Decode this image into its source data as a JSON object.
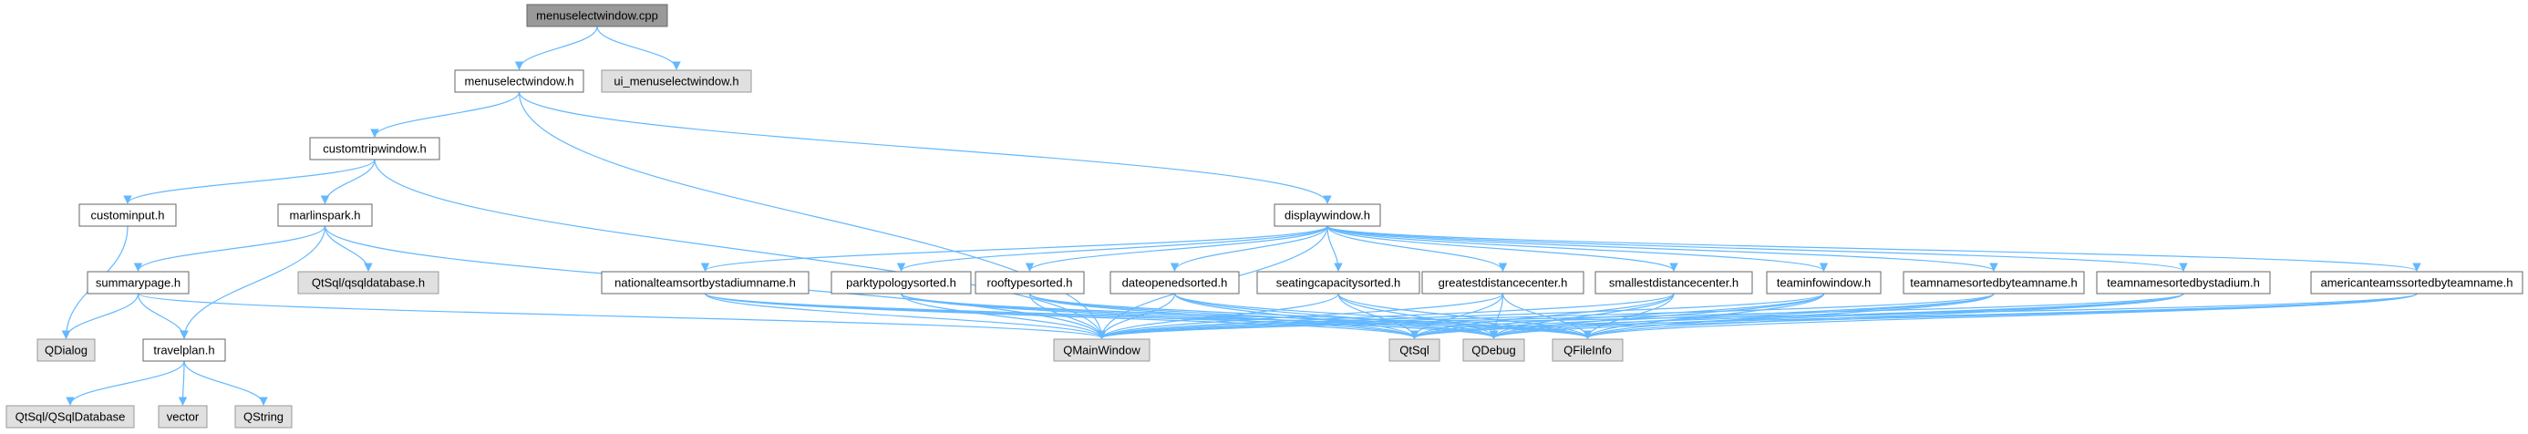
{
  "colors": {
    "edge": "#63B8FF",
    "root_fill": "#999999",
    "project_fill": "#FFFFFF",
    "external_fill": "#E0E0E0",
    "border": "#666666",
    "external_border": "#999999"
  },
  "graph": {
    "nodes": [
      {
        "id": "n0",
        "label": "menuselectwindow.cpp",
        "kind": "root"
      },
      {
        "id": "n1",
        "label": "menuselectwindow.h",
        "kind": "project"
      },
      {
        "id": "n2",
        "label": "ui_menuselectwindow.h",
        "kind": "external"
      },
      {
        "id": "n3",
        "label": "customtripwindow.h",
        "kind": "project"
      },
      {
        "id": "n4",
        "label": "displaywindow.h",
        "kind": "project"
      },
      {
        "id": "n5",
        "label": "custominput.h",
        "kind": "project"
      },
      {
        "id": "n6",
        "label": "marlinspark.h",
        "kind": "project"
      },
      {
        "id": "n7",
        "label": "summarypage.h",
        "kind": "project"
      },
      {
        "id": "n8",
        "label": "QtSql/qsqldatabase.h",
        "kind": "external"
      },
      {
        "id": "n9",
        "label": "QDialog",
        "kind": "external"
      },
      {
        "id": "n10",
        "label": "travelplan.h",
        "kind": "project"
      },
      {
        "id": "n11",
        "label": "QtSql/QSqlDatabase",
        "kind": "external"
      },
      {
        "id": "n12",
        "label": "vector",
        "kind": "external"
      },
      {
        "id": "n13",
        "label": "QString",
        "kind": "external"
      },
      {
        "id": "n14",
        "label": "QMainWindow",
        "kind": "external"
      },
      {
        "id": "n15",
        "label": "nationalteamsortbystadiumname.h",
        "kind": "project"
      },
      {
        "id": "n16",
        "label": "parktypologysorted.h",
        "kind": "project"
      },
      {
        "id": "n17",
        "label": "rooftypesorted.h",
        "kind": "project"
      },
      {
        "id": "n18",
        "label": "dateopenedsorted.h",
        "kind": "project"
      },
      {
        "id": "n19",
        "label": "seatingcapacitysorted.h",
        "kind": "project"
      },
      {
        "id": "n20",
        "label": "greatestdistancecenter.h",
        "kind": "project"
      },
      {
        "id": "n21",
        "label": "smallestdistancecenter.h",
        "kind": "project"
      },
      {
        "id": "n22",
        "label": "teaminfowindow.h",
        "kind": "project"
      },
      {
        "id": "n23",
        "label": "teamnamesortedbyteamname.h",
        "kind": "project"
      },
      {
        "id": "n24",
        "label": "teamnamesortedbystadium.h",
        "kind": "project"
      },
      {
        "id": "n25",
        "label": "americanteamssortedbyteamname.h",
        "kind": "project"
      },
      {
        "id": "n26",
        "label": "QtSql",
        "kind": "external"
      },
      {
        "id": "n27",
        "label": "QDebug",
        "kind": "external"
      },
      {
        "id": "n28",
        "label": "QFileInfo",
        "kind": "external"
      }
    ],
    "edges": [
      [
        "n0",
        "n1"
      ],
      [
        "n0",
        "n2"
      ],
      [
        "n1",
        "n3"
      ],
      [
        "n1",
        "n4"
      ],
      [
        "n1",
        "n14"
      ],
      [
        "n3",
        "n5"
      ],
      [
        "n3",
        "n6"
      ],
      [
        "n3",
        "n14"
      ],
      [
        "n5",
        "n9"
      ],
      [
        "n6",
        "n7"
      ],
      [
        "n6",
        "n8"
      ],
      [
        "n6",
        "n10"
      ],
      [
        "n6",
        "n14"
      ],
      [
        "n7",
        "n9"
      ],
      [
        "n7",
        "n10"
      ],
      [
        "n7",
        "n14"
      ],
      [
        "n10",
        "n11"
      ],
      [
        "n10",
        "n12"
      ],
      [
        "n10",
        "n13"
      ],
      [
        "n4",
        "n14"
      ],
      [
        "n4",
        "n15"
      ],
      [
        "n4",
        "n16"
      ],
      [
        "n4",
        "n17"
      ],
      [
        "n4",
        "n18"
      ],
      [
        "n4",
        "n19"
      ],
      [
        "n4",
        "n20"
      ],
      [
        "n4",
        "n21"
      ],
      [
        "n4",
        "n22"
      ],
      [
        "n4",
        "n23"
      ],
      [
        "n4",
        "n24"
      ],
      [
        "n4",
        "n25"
      ],
      [
        "n15",
        "n14"
      ],
      [
        "n15",
        "n26"
      ],
      [
        "n15",
        "n27"
      ],
      [
        "n15",
        "n28"
      ],
      [
        "n16",
        "n14"
      ],
      [
        "n16",
        "n26"
      ],
      [
        "n16",
        "n27"
      ],
      [
        "n16",
        "n28"
      ],
      [
        "n17",
        "n14"
      ],
      [
        "n17",
        "n26"
      ],
      [
        "n17",
        "n27"
      ],
      [
        "n17",
        "n28"
      ],
      [
        "n18",
        "n14"
      ],
      [
        "n18",
        "n26"
      ],
      [
        "n18",
        "n27"
      ],
      [
        "n18",
        "n28"
      ],
      [
        "n19",
        "n14"
      ],
      [
        "n19",
        "n26"
      ],
      [
        "n19",
        "n27"
      ],
      [
        "n19",
        "n28"
      ],
      [
        "n20",
        "n14"
      ],
      [
        "n20",
        "n26"
      ],
      [
        "n20",
        "n27"
      ],
      [
        "n20",
        "n28"
      ],
      [
        "n21",
        "n14"
      ],
      [
        "n21",
        "n26"
      ],
      [
        "n21",
        "n27"
      ],
      [
        "n21",
        "n28"
      ],
      [
        "n22",
        "n14"
      ],
      [
        "n22",
        "n26"
      ],
      [
        "n22",
        "n27"
      ],
      [
        "n22",
        "n28"
      ],
      [
        "n23",
        "n14"
      ],
      [
        "n23",
        "n26"
      ],
      [
        "n23",
        "n27"
      ],
      [
        "n23",
        "n28"
      ],
      [
        "n24",
        "n14"
      ],
      [
        "n24",
        "n26"
      ],
      [
        "n24",
        "n27"
      ],
      [
        "n24",
        "n28"
      ],
      [
        "n25",
        "n14"
      ],
      [
        "n25",
        "n26"
      ],
      [
        "n25",
        "n27"
      ],
      [
        "n25",
        "n28"
      ]
    ]
  }
}
